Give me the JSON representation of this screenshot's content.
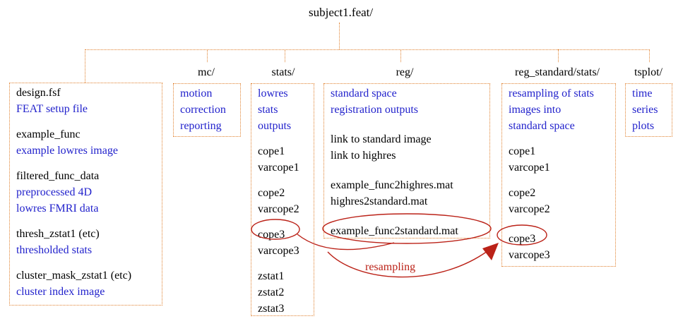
{
  "title": "subject1.feat/",
  "colors": {
    "tree_and_box_border": "#e0812f",
    "description_text": "#2222cc",
    "filename_text": "#000000",
    "annotation_red": "#bb2218"
  },
  "tree": {
    "labels": {
      "mc": "mc/",
      "stats": "stats/",
      "reg": "reg/",
      "reg_standard": "reg_standard/stats/",
      "tsplot": "tsplot/"
    }
  },
  "boxes": {
    "root": {
      "entries": [
        {
          "text": "design.fsf",
          "kind": "filename"
        },
        {
          "text": "FEAT setup file",
          "kind": "description"
        },
        {
          "text": "example_func",
          "kind": "filename"
        },
        {
          "text": "example lowres image",
          "kind": "description"
        },
        {
          "text": "filtered_func_data",
          "kind": "filename"
        },
        {
          "text": "preprocessed 4D",
          "kind": "description"
        },
        {
          "text": "lowres FMRI data",
          "kind": "description"
        },
        {
          "text": "thresh_zstat1 (etc)",
          "kind": "filename"
        },
        {
          "text": "thresholded stats",
          "kind": "description"
        },
        {
          "text": "cluster_mask_zstat1 (etc)",
          "kind": "filename"
        },
        {
          "text": "cluster index image",
          "kind": "description"
        }
      ]
    },
    "mc": {
      "entries": [
        {
          "text": "motion",
          "kind": "description"
        },
        {
          "text": "correction",
          "kind": "description"
        },
        {
          "text": "reporting",
          "kind": "description"
        }
      ]
    },
    "stats": {
      "entries": [
        {
          "text": "lowres",
          "kind": "description"
        },
        {
          "text": "stats",
          "kind": "description"
        },
        {
          "text": "outputs",
          "kind": "description"
        },
        {
          "text": "cope1",
          "kind": "filename"
        },
        {
          "text": "varcope1",
          "kind": "filename"
        },
        {
          "text": "cope2",
          "kind": "filename"
        },
        {
          "text": "varcope2",
          "kind": "filename"
        },
        {
          "text": "cope3",
          "kind": "filename",
          "circled": true
        },
        {
          "text": "varcope3",
          "kind": "filename"
        },
        {
          "text": "zstat1",
          "kind": "filename"
        },
        {
          "text": "zstat2",
          "kind": "filename"
        },
        {
          "text": "zstat3",
          "kind": "filename"
        }
      ]
    },
    "reg": {
      "entries": [
        {
          "text": "standard space",
          "kind": "description"
        },
        {
          "text": "registration outputs",
          "kind": "description"
        },
        {
          "text": "link to standard image",
          "kind": "filename"
        },
        {
          "text": "link to highres",
          "kind": "filename"
        },
        {
          "text": "example_func2highres.mat",
          "kind": "filename"
        },
        {
          "text": "highres2standard.mat",
          "kind": "filename"
        },
        {
          "text": "example_func2standard.mat",
          "kind": "filename",
          "circled": true
        }
      ]
    },
    "reg_standard": {
      "entries": [
        {
          "text": "resampling of stats",
          "kind": "description"
        },
        {
          "text": "images into",
          "kind": "description"
        },
        {
          "text": "standard space",
          "kind": "description"
        },
        {
          "text": "cope1",
          "kind": "filename"
        },
        {
          "text": "varcope1",
          "kind": "filename"
        },
        {
          "text": "cope2",
          "kind": "filename"
        },
        {
          "text": "varcope2",
          "kind": "filename"
        },
        {
          "text": "cope3",
          "kind": "filename",
          "circled": true
        },
        {
          "text": "varcope3",
          "kind": "filename"
        }
      ]
    },
    "tsplot": {
      "entries": [
        {
          "text": "time",
          "kind": "description"
        },
        {
          "text": "series",
          "kind": "description"
        },
        {
          "text": "plots",
          "kind": "description"
        }
      ]
    }
  },
  "annotation": {
    "resampling_label": "resampling"
  }
}
